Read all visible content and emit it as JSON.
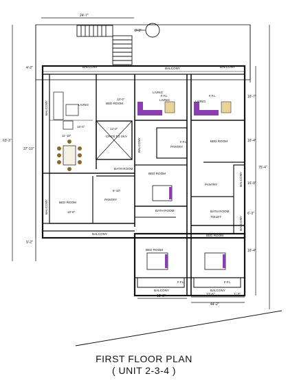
{
  "title": "FIRST FLOOR  PLAN",
  "subtitle": "( UNIT 2-3-4 )",
  "dimensions": {
    "top_width": "24'-7\"",
    "top_right": "3'-3\"",
    "left_total": "63'-3\"",
    "left_mid": "37'-10\"",
    "left_upper": "4'-2\"",
    "left_lower": "9'-2\"",
    "right_total": "75'-4\"",
    "right_1": "16'-7\"",
    "right_2": "16'-4\"",
    "right_3": "16'-0\"",
    "right_4": "6'-3\"",
    "right_5": "16'-4\"",
    "bottom_1": "12'-8\"",
    "bottom_2": "12'-5\"",
    "bottom_3": "1'-3\"",
    "bottom_total": "44'-2\""
  },
  "rooms": {
    "balcony": "BALCONY",
    "living": "LIVING",
    "bed_room": "BED ROOM",
    "bedroom": "BEDROOM",
    "pantry": "PANTRY",
    "open_to_sky": "OPEN TO SKY",
    "bath_room": "BATH ROOM",
    "toilet": "TOILET",
    "ffl": "F.F.L"
  },
  "room_dims": {
    "living_left": "16'-0\"",
    "bed_left_top": "13'-0\"",
    "sky": "12'-3\"",
    "dining": "11'-10\"",
    "bed_left_bottom": "13'-6\"",
    "pantry_left": "6'-10\""
  },
  "colors": {
    "line": "#111111",
    "sofa": "#8a3fb0",
    "bed_cover": "#e9d29a",
    "chair": "#8a6a2a"
  }
}
